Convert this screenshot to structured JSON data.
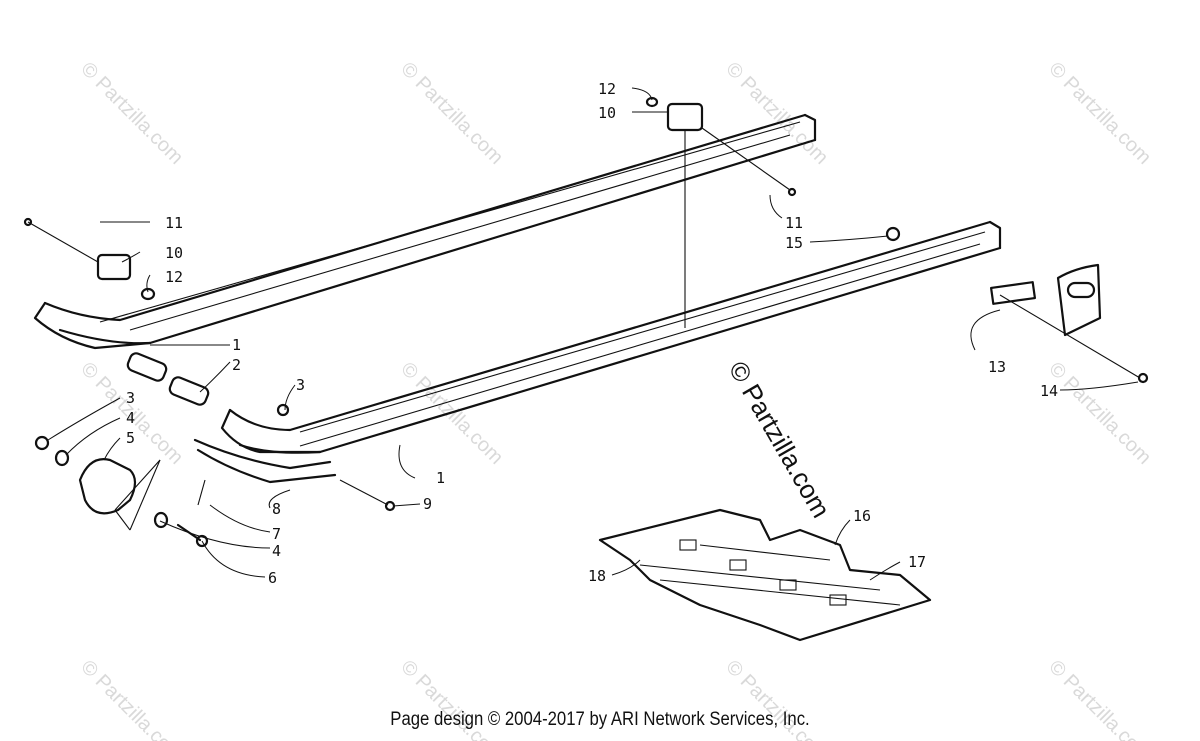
{
  "footer": {
    "text": "Page design © 2004-2017 by ARI Network Services, Inc."
  },
  "watermark": {
    "text": "© Partzilla.com",
    "color": "#d9d9d9"
  },
  "callouts": [
    {
      "id": "c1a",
      "label": "1"
    },
    {
      "id": "c1b",
      "label": "1"
    },
    {
      "id": "c2",
      "label": "2"
    },
    {
      "id": "c3a",
      "label": "3"
    },
    {
      "id": "c3b",
      "label": "3"
    },
    {
      "id": "c4a",
      "label": "4"
    },
    {
      "id": "c4b",
      "label": "4"
    },
    {
      "id": "c5",
      "label": "5"
    },
    {
      "id": "c6",
      "label": "6"
    },
    {
      "id": "c7",
      "label": "7"
    },
    {
      "id": "c8",
      "label": "8"
    },
    {
      "id": "c9",
      "label": "9"
    },
    {
      "id": "c10a",
      "label": "10"
    },
    {
      "id": "c10b",
      "label": "10"
    },
    {
      "id": "c11a",
      "label": "11"
    },
    {
      "id": "c11b",
      "label": "11"
    },
    {
      "id": "c12a",
      "label": "12"
    },
    {
      "id": "c12b",
      "label": "12"
    },
    {
      "id": "c13",
      "label": "13"
    },
    {
      "id": "c14",
      "label": "14"
    },
    {
      "id": "c15",
      "label": "15"
    },
    {
      "id": "c16",
      "label": "16"
    },
    {
      "id": "c17",
      "label": "17"
    },
    {
      "id": "c18",
      "label": "18"
    }
  ]
}
